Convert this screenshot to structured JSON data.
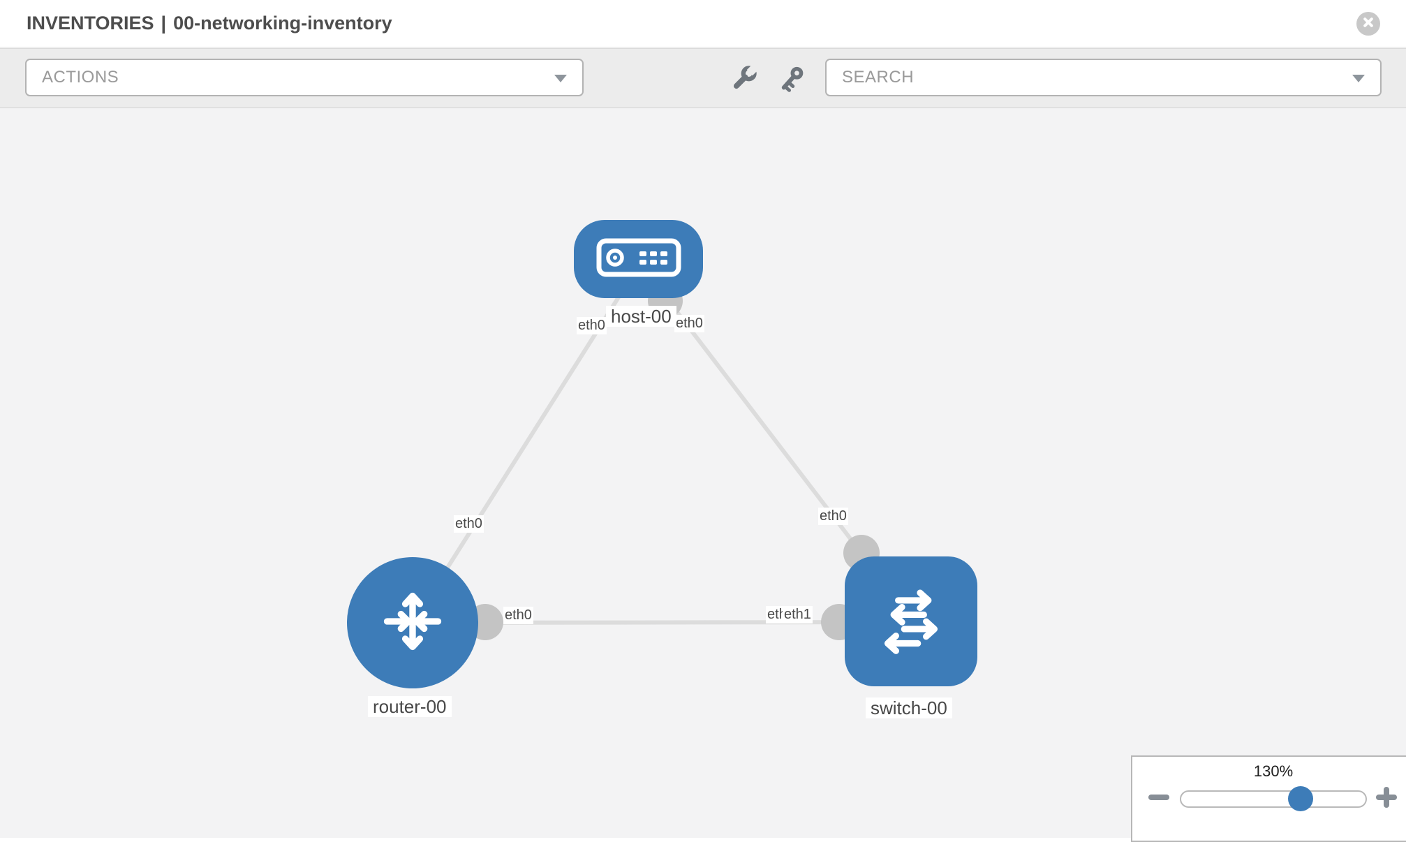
{
  "header": {
    "title_section": "INVENTORIES",
    "title_divider": "|",
    "title_name": "00-networking-inventory",
    "close_icon": "x-circle-icon"
  },
  "toolbar": {
    "actions_label": "ACTIONS",
    "search_label": "SEARCH",
    "actions_caret_icon": "caret-down-icon",
    "search_caret_icon": "caret-down-icon",
    "tool_icons": [
      "wrench-icon",
      "key-icon"
    ]
  },
  "topology": {
    "nodes": [
      {
        "id": "host-00",
        "label": "host-00",
        "type": "host",
        "shape": "rounded-rect",
        "icon": "server-icon"
      },
      {
        "id": "router-00",
        "label": "router-00",
        "type": "router",
        "shape": "circle",
        "icon": "router-arrows-icon"
      },
      {
        "id": "switch-00",
        "label": "switch-00",
        "type": "switch",
        "shape": "rounded-square",
        "icon": "switch-arrows-icon"
      }
    ],
    "links": [
      {
        "from": "host-00",
        "to": "router-00",
        "from_interface": "eth0",
        "to_interface": "eth0"
      },
      {
        "from": "host-00",
        "to": "switch-00",
        "from_interface": "eth0",
        "to_interface": "eth0"
      },
      {
        "from": "router-00",
        "to": "switch-00",
        "from_interface": "eth0",
        "to_interface": "eth1",
        "to_interface_overlapped": "eth0"
      }
    ]
  },
  "zoom_control": {
    "level_label": "130%",
    "percent": 130,
    "zoom_out_icon": "minus-icon",
    "zoom_in_icon": "plus-icon"
  },
  "colors": {
    "node_blue": "#3d7cb8",
    "link_gray": "#dcdcdc",
    "endpoint_gray": "#c4c4c4",
    "canvas_bg": "#f3f3f4",
    "toolbar_bg": "#ececec",
    "title_text": "#4d4d4d",
    "combo_text": "#9a9a9a"
  }
}
